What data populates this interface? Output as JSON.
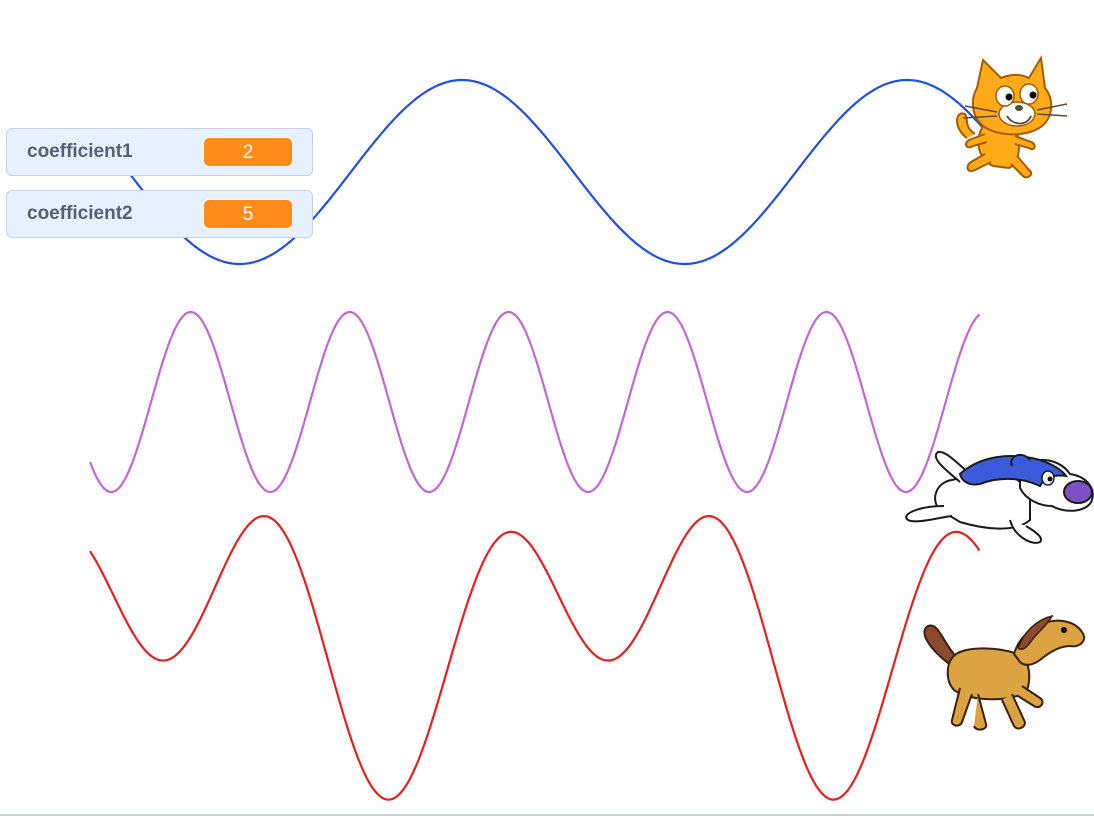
{
  "monitors": [
    {
      "label": "coefficient1",
      "value": "2"
    },
    {
      "label": "coefficient2",
      "value": "5"
    }
  ],
  "curve_colors": {
    "cat_path": "#1f4fe0",
    "dog_path": "#c266d6",
    "horse_path": "#e3201b"
  },
  "colors": {
    "monitor_bg": "#e6f0ff",
    "monitor_value_bg": "#ff8c1a",
    "monitor_label": "#575e75"
  },
  "sprites": [
    "cat-sprite",
    "dog-sprite",
    "horse-sprite"
  ]
}
